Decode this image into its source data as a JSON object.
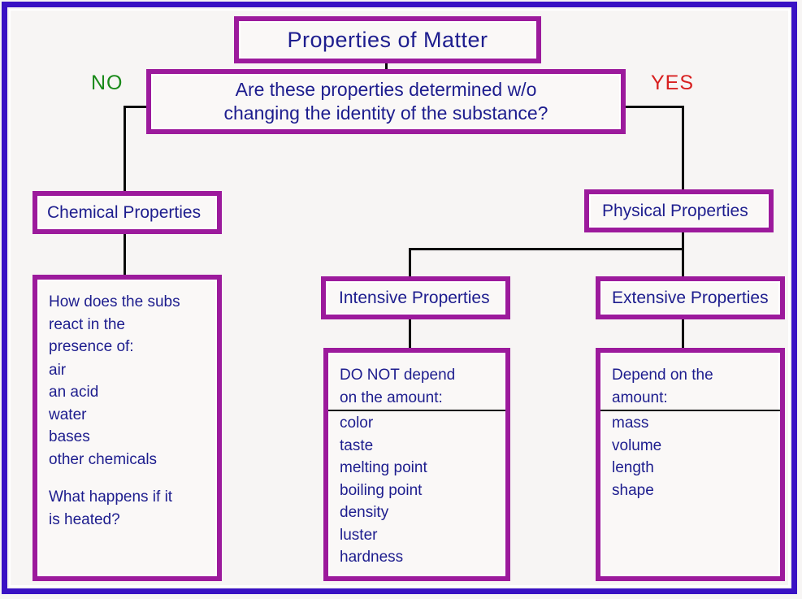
{
  "diagram": {
    "title": "Properties of Matter",
    "decision": {
      "line1": "Are these properties determined w/o",
      "line2": "changing the identity of the substance?"
    },
    "branches": {
      "no_label": "NO",
      "yes_label": "YES",
      "no_color": "#1a8a1a",
      "yes_color": "#d82020"
    },
    "nodes": {
      "chemical": "Chemical Properties",
      "physical": "Physical Properties",
      "intensive": "Intensive Properties",
      "extensive": "Extensive Properties"
    },
    "chemical_detail": {
      "heading_line1": "How does the subs",
      "heading_line2": "react in the",
      "heading_line3": "presence of:",
      "items": [
        "air",
        "an acid",
        "water",
        "bases",
        "other chemicals"
      ],
      "question_line1": "What happens if it",
      "question_line2": "is heated?"
    },
    "intensive_detail": {
      "heading_line1": "DO NOT depend",
      "heading_line2": "on the amount:",
      "items": [
        "color",
        "taste",
        "melting point",
        "boiling point",
        "density",
        "luster",
        "hardness"
      ]
    },
    "extensive_detail": {
      "heading_line1": "Depend on the",
      "heading_line2": "amount:",
      "items": [
        "mass",
        "volume",
        "length",
        "shape"
      ]
    },
    "colors": {
      "box_border": "#9c1a9c",
      "text": "#1d1d8e",
      "frame": "#3a12c4",
      "background": "#f7f5f4",
      "connector": "#0a0a0a"
    }
  }
}
